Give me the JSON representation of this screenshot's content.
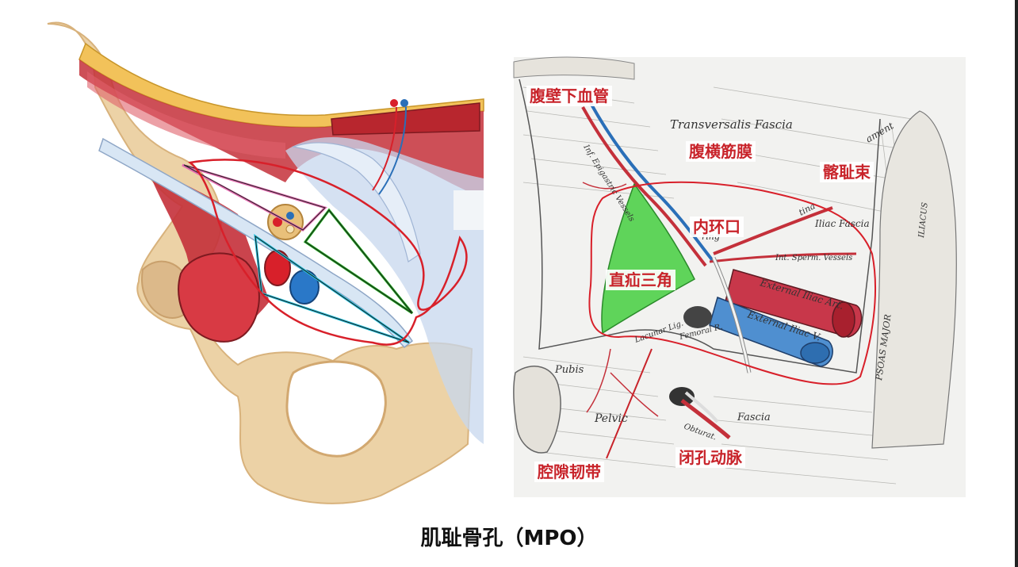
{
  "labels": {
    "inferior_epigastric_vessels": "腹壁下血管",
    "transversalis_fascia": "腹横筋膜",
    "iliopubic_tract": "髂耻束",
    "deep_inguinal_ring": "内环口",
    "hesselbach_triangle": "直疝三角",
    "lacunar_ligament": "腔隙韧带",
    "obturator_artery": "闭孔动脉"
  },
  "engraving_text": {
    "transversalis": "Transversalis Fascia",
    "inf_epigastric": "Inf. Epigastric Vessels",
    "ring": "ring",
    "int_sperm": "Int. Sperm. Vessels",
    "iliac_fascia": "Iliac Fascia",
    "ext_iliac_a": "External Iliac Art.",
    "ext_iliac_v": "External Iliac V.",
    "lacunar": "Lacunar Lig.",
    "femoral": "Femoral R.",
    "pubis": "Pubis",
    "pelvic": "Pelvic",
    "fascia": "Fascia",
    "obturat": "Obturat.",
    "psoas": "PSOAS MAJOR",
    "iliacus": "ILIACUS",
    "ligament": "ament",
    "tina": "tina"
  },
  "caption": "肌耻骨孔（MPO）",
  "colors": {
    "annotation_red": "#c8232a",
    "muscle_red": "#c4303a",
    "vein_blue": "#2a6fb8",
    "triangle_green": "#5fd45a",
    "bone": "#ecd2a6"
  }
}
